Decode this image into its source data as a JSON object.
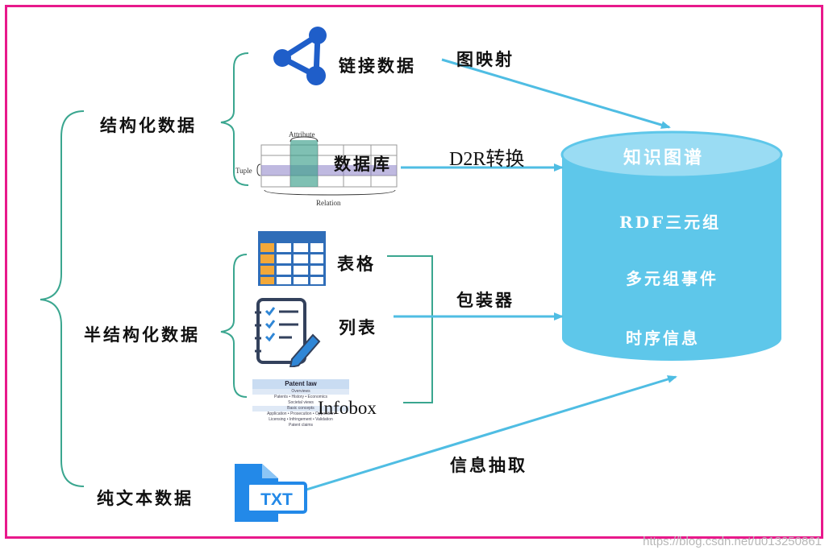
{
  "categories": {
    "structured": "结构化数据",
    "semi_structured": "半结构化数据",
    "plain_text": "纯文本数据"
  },
  "sources": {
    "linked_data": "链接数据",
    "database": "数据库",
    "table": "表格",
    "list": "列表",
    "infobox": "Infobox",
    "txt_icon": "TXT"
  },
  "edges": {
    "graph_mapping": "图映射",
    "d2r": "D2R转换",
    "wrapper": "包装器",
    "info_extraction": "信息抽取"
  },
  "knowledge_graph": {
    "title": "知识图谱",
    "items": [
      "RDF三元组",
      "多元组事件",
      "时序信息"
    ]
  },
  "db_illustration": {
    "attribute": "Attribute",
    "tuple": "Tuple",
    "relation": "Relation"
  },
  "infobox_thumb": {
    "title": "Patent law",
    "rows": [
      "Overviews",
      "Patents • History • Economics",
      "Societal views",
      "Basic concepts",
      "Application • Prosecution • Opposition",
      "Licensing • Infringement • Validation",
      "Patent claims"
    ]
  },
  "watermark": "https://blog.csdn.net/u013250861",
  "colors": {
    "frame": "#e8198b",
    "cylinder": "#5ec7ea",
    "cylinder_top": "#9adcf3",
    "arrow": "#4fbde3",
    "brace": "#3aa68f",
    "icon_blue": "#1f5ec9"
  }
}
